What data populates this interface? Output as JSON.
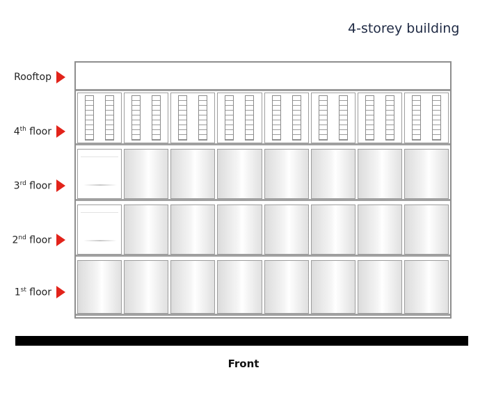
{
  "title": "4-storey building",
  "floors": [
    {
      "label": "Rooftop",
      "sup": ""
    },
    {
      "label": "4",
      "sup": "th",
      "suffix": " floor"
    },
    {
      "label": "3",
      "sup": "rd",
      "suffix": " floor"
    },
    {
      "label": "2",
      "sup": "nd",
      "suffix": " floor"
    },
    {
      "label": "1",
      "sup": "st",
      "suffix": " floor"
    }
  ],
  "front_label": "Front",
  "colors": {
    "arrow": "#e2231a",
    "title": "#1f2a44",
    "ground": "#000000"
  }
}
